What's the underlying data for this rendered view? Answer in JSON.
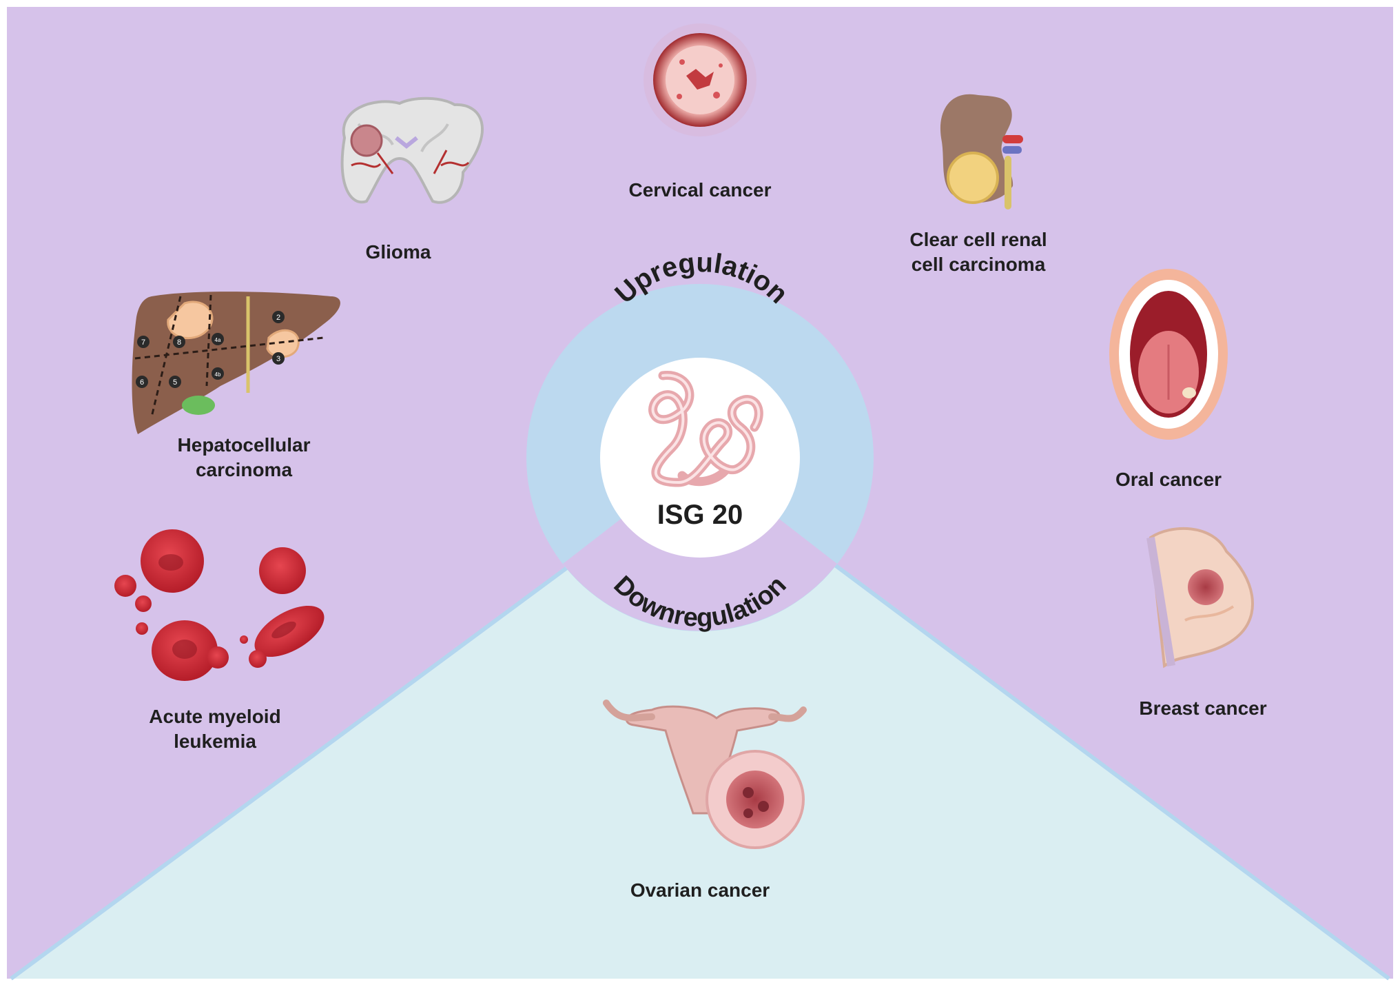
{
  "center": {
    "gene_label": "ISG 20",
    "upregulation_label": "Upregulation",
    "downregulation_label": "Downregulation"
  },
  "upregulated": [
    {
      "id": "cervical",
      "lines": [
        "Cervical cancer"
      ],
      "icon": "cervical-tissue-icon"
    },
    {
      "id": "glioma",
      "lines": [
        "Glioma"
      ],
      "icon": "brain-icon"
    },
    {
      "id": "ccrcc",
      "lines": [
        "Clear cell renal",
        "cell carcinoma"
      ],
      "icon": "kidney-icon"
    },
    {
      "id": "hcc",
      "lines": [
        "Hepatocellular",
        "carcinoma"
      ],
      "icon": "liver-icon"
    },
    {
      "id": "oral",
      "lines": [
        "Oral cancer"
      ],
      "icon": "mouth-icon"
    },
    {
      "id": "aml",
      "lines": [
        "Acute myeloid",
        "leukemia"
      ],
      "icon": "red-blood-cells-icon"
    },
    {
      "id": "breast",
      "lines": [
        "Breast cancer"
      ],
      "icon": "breast-icon"
    }
  ],
  "downregulated": [
    {
      "id": "ovarian",
      "lines": [
        "Ovarian cancer"
      ],
      "icon": "uterus-ovary-icon"
    }
  ],
  "liver_segment_numbers": [
    "2",
    "3",
    "4a",
    "4b",
    "5",
    "6",
    "7",
    "8"
  ],
  "colors": {
    "upregulation_region": "#d6c2ea",
    "downregulation_region": "#daeef2",
    "upregulation_ring": "#bcd9ef",
    "downregulation_ring": "#d6c2ea",
    "center_circle": "#ffffff",
    "label_text": "#1f1f1f"
  }
}
